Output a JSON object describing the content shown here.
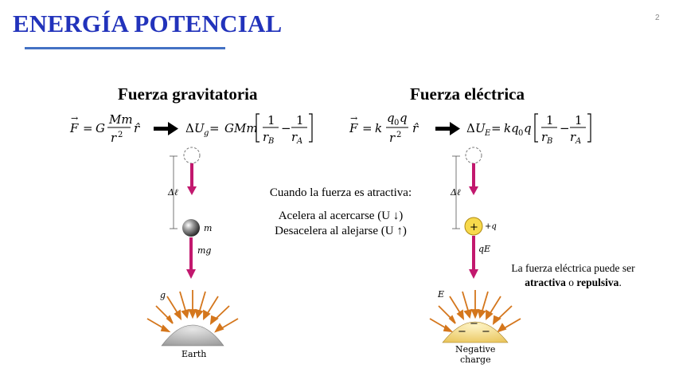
{
  "title": "ENERGÍA POTENCIAL",
  "page_number": "2",
  "gravity": {
    "heading": "Fuerza gravitatoria",
    "force_formula": "F = G Mm/r² r̂",
    "energy_formula": "ΔU_g = GMm [1/r_B − 1/r_A]",
    "delta_label": "Δℓ",
    "mass_label": "m",
    "force_label": "mg",
    "field_label": "g",
    "body_label": "Earth"
  },
  "electric": {
    "heading": "Fuerza eléctrica",
    "force_formula": "F = k q₀q/r² r̂",
    "energy_formula": "ΔU_E = kq₀q [1/r_B − 1/r_A]",
    "delta_label": "Δℓ",
    "charge_label": "+q",
    "force_label": "qE",
    "field_label": "E",
    "body_label_1": "Negative",
    "body_label_2": "charge"
  },
  "center_text": {
    "intro": "Cuando la fuerza es atractiva:",
    "line1": "Acelera al acercarse (U ↓)",
    "line2": "Desacelera al alejarse (U ↑)"
  },
  "note": {
    "prefix": "La fuerza eléctrica puede ser",
    "attractive": "atractiva",
    "connector": "o",
    "repulsive": "repulsiva",
    "suffix": "."
  },
  "colors": {
    "title": "#2233bb",
    "underline": "#4472c4",
    "force_arrow": "#c2186e",
    "field_arrows": "#d4761c",
    "earth": "#b5b5b5",
    "negative_charge": "#f5dc7c"
  }
}
